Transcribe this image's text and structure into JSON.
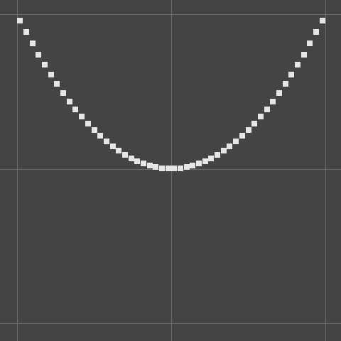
{
  "chart_data": {
    "type": "scatter",
    "title": "",
    "xlabel": "",
    "ylabel": "",
    "xlim": [
      -1,
      1
    ],
    "ylim": [
      -1,
      1
    ],
    "grid": true,
    "grid_x": [
      -1,
      0,
      1
    ],
    "grid_y": [
      -1,
      0,
      1
    ],
    "point_color": "#e6e6e6",
    "background_color": "#444444",
    "grid_color": "#6c6c6c",
    "series": [
      {
        "x": [
          -0.98,
          -0.94,
          -0.9,
          -0.86,
          -0.82,
          -0.78,
          -0.74,
          -0.7,
          -0.66,
          -0.62,
          -0.58,
          -0.54,
          -0.5,
          -0.46,
          -0.42,
          -0.38,
          -0.34,
          -0.3,
          -0.26,
          -0.22,
          -0.18,
          -0.14,
          -0.1,
          -0.06,
          -0.02,
          0.02,
          0.06,
          0.1,
          0.14,
          0.18,
          0.22,
          0.26,
          0.3,
          0.34,
          0.38,
          0.42,
          0.46,
          0.5,
          0.54,
          0.58,
          0.62,
          0.66,
          0.7,
          0.74,
          0.78,
          0.82,
          0.86,
          0.9,
          0.94,
          0.98
        ],
        "y": [
          0.96,
          0.8836,
          0.81,
          0.7396,
          0.6724,
          0.6084,
          0.5476,
          0.49,
          0.4356,
          0.3844,
          0.3364,
          0.2916,
          0.25,
          0.2116,
          0.1764,
          0.1444,
          0.1156,
          0.09,
          0.0676,
          0.0484,
          0.0324,
          0.0196,
          0.01,
          0.0036,
          0.0004,
          0.0004,
          0.0036,
          0.01,
          0.0196,
          0.0324,
          0.0484,
          0.0676,
          0.09,
          0.1156,
          0.1444,
          0.1764,
          0.2116,
          0.25,
          0.2916,
          0.3364,
          0.3844,
          0.4356,
          0.49,
          0.5476,
          0.6084,
          0.6724,
          0.7396,
          0.81,
          0.8836,
          0.96
        ]
      }
    ]
  }
}
